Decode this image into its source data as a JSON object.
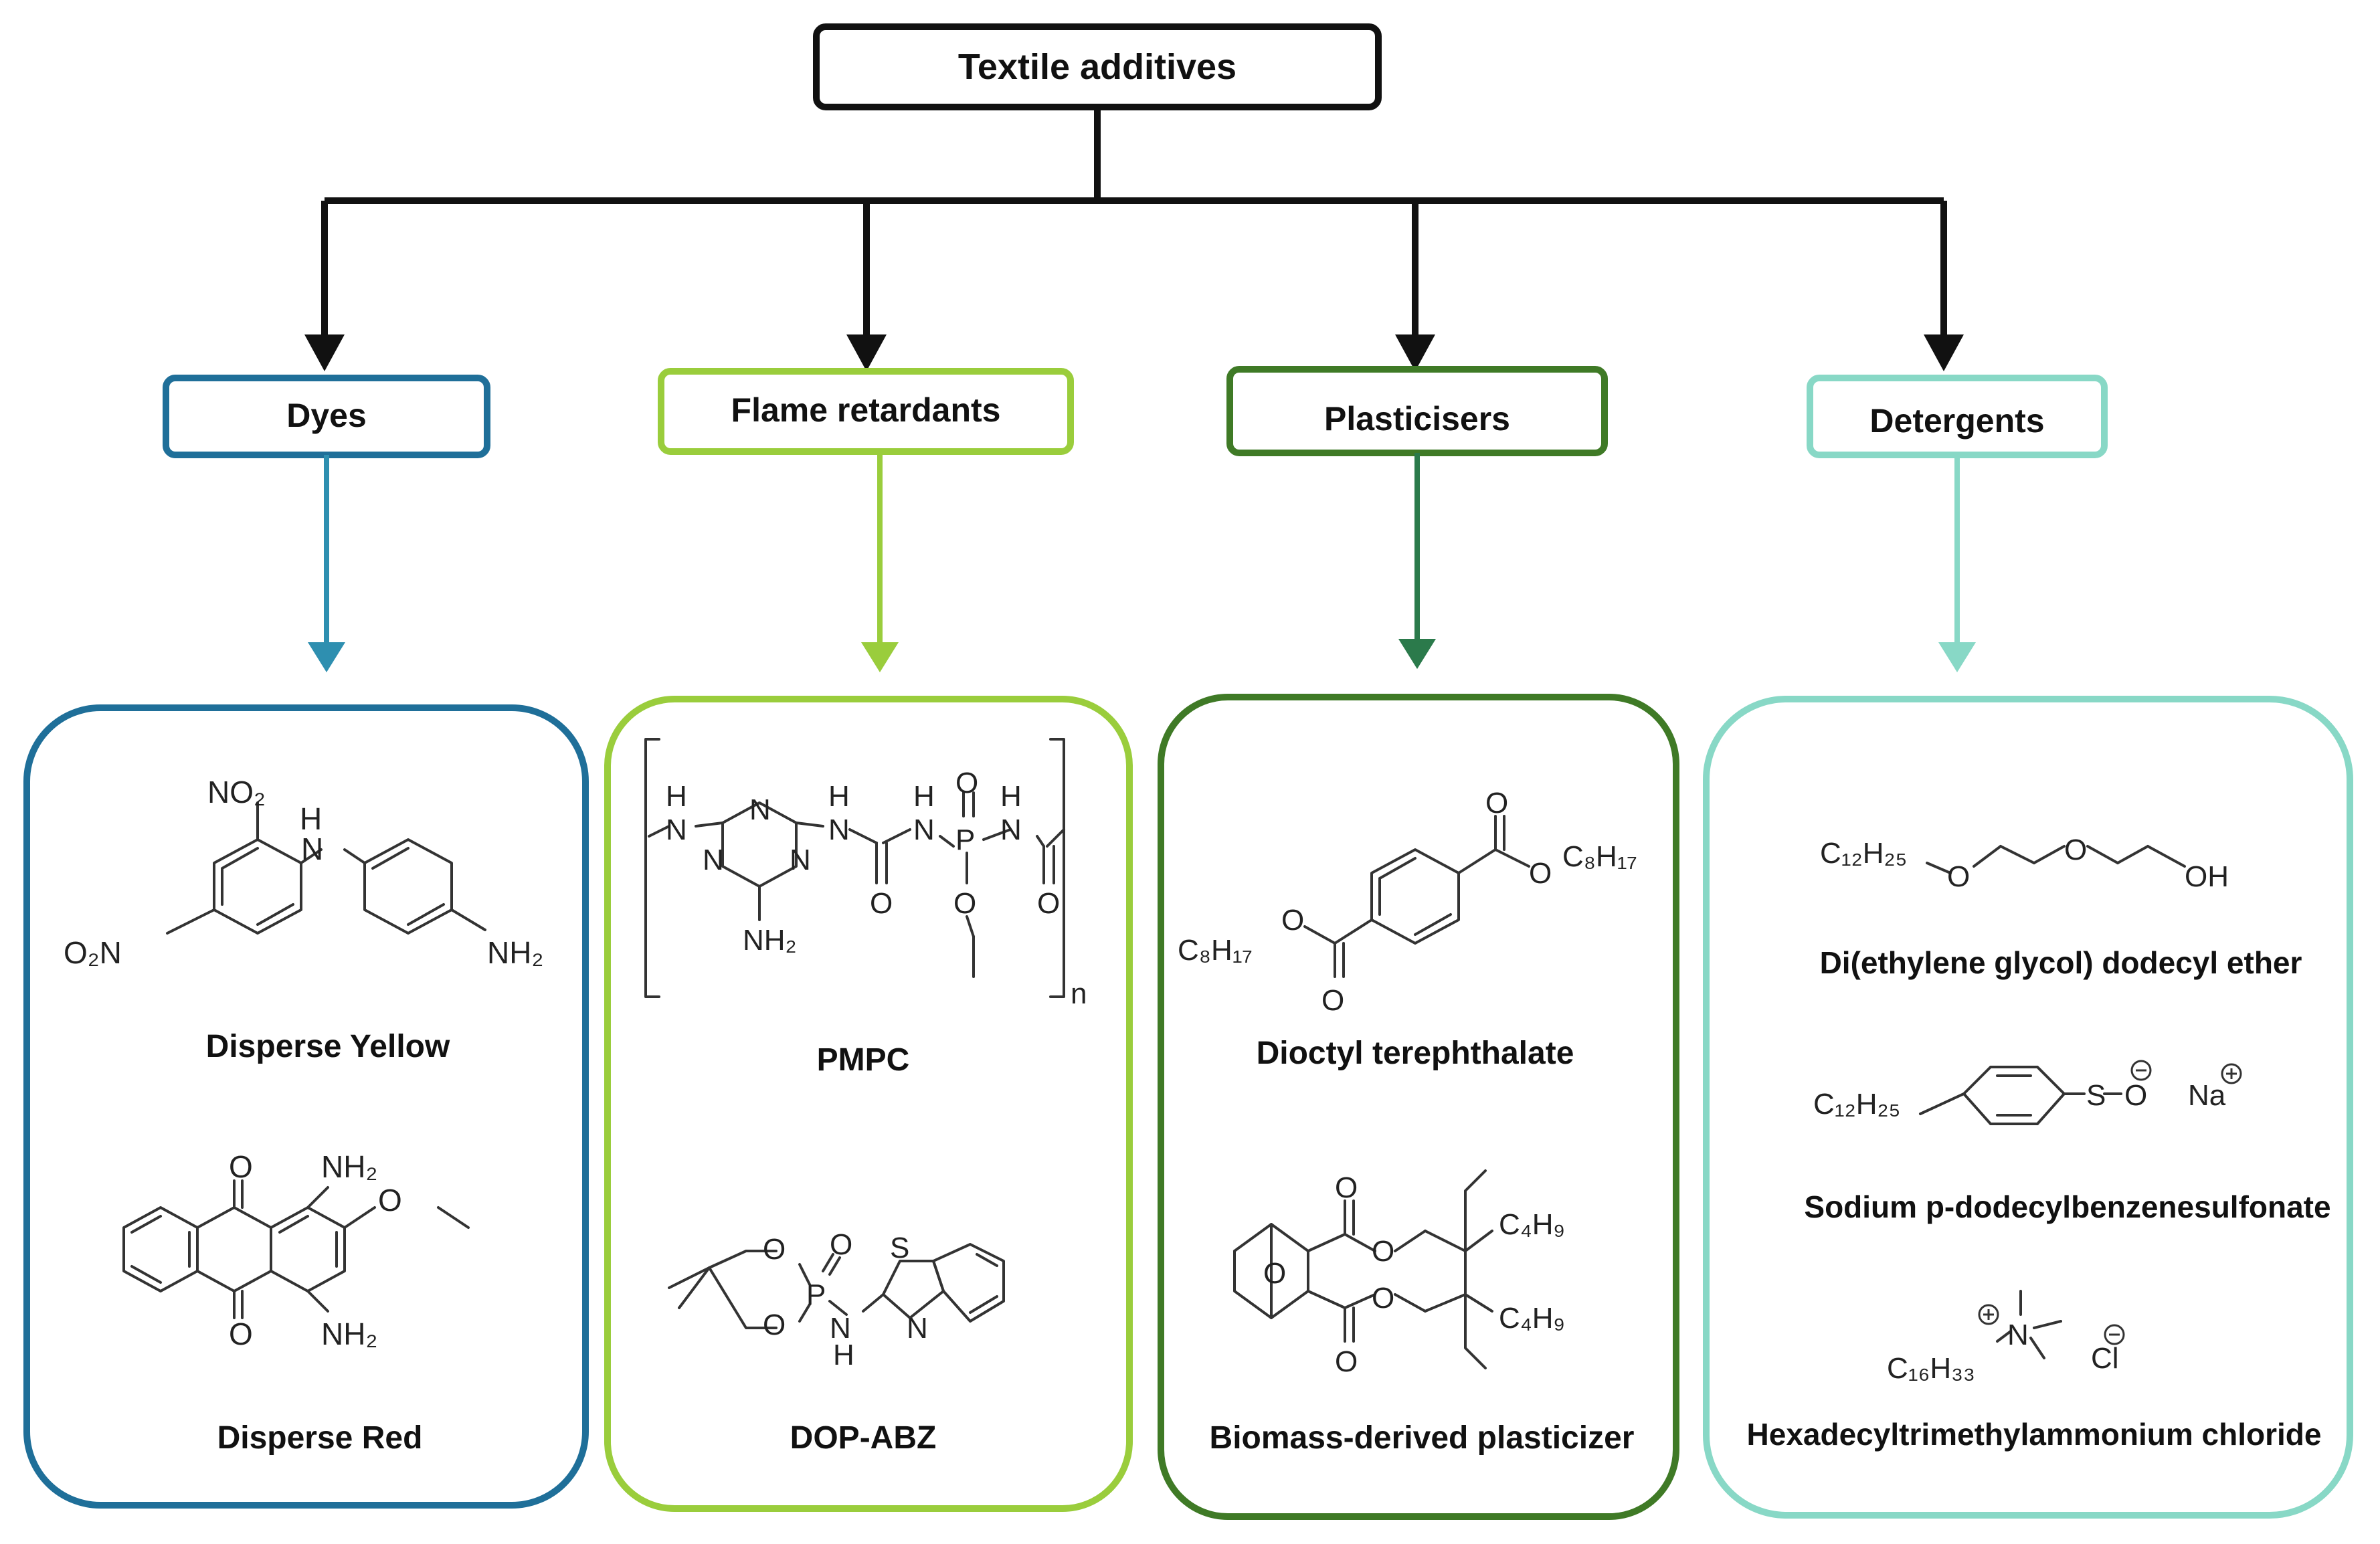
{
  "root": {
    "label": "Textile additives"
  },
  "colors": {
    "root": "#111111",
    "dyes": "#1f6f99",
    "flame": "#9acd3c",
    "plast": "#3f7a26",
    "deter": "#88d8c6",
    "arrow_dyes": "#2e8fb0",
    "arrow_plast": "#2b7a4b"
  },
  "categories": [
    {
      "label": "Dyes",
      "compounds": [
        "Disperse Yellow",
        "Disperse Red"
      ]
    },
    {
      "label": "Flame retardants",
      "compounds": [
        "PMPC",
        "DOP-ABZ"
      ]
    },
    {
      "label": "Plasticisers",
      "compounds": [
        "Dioctyl terephthalate",
        "Biomass-derived plasticizer"
      ]
    },
    {
      "label": "Detergents",
      "compounds": [
        "Di(ethylene glycol) dodecyl ether",
        "Sodium p-dodecylbenzenesulfonate",
        "Hexadecyltrimethylammonium chloride"
      ]
    }
  ]
}
